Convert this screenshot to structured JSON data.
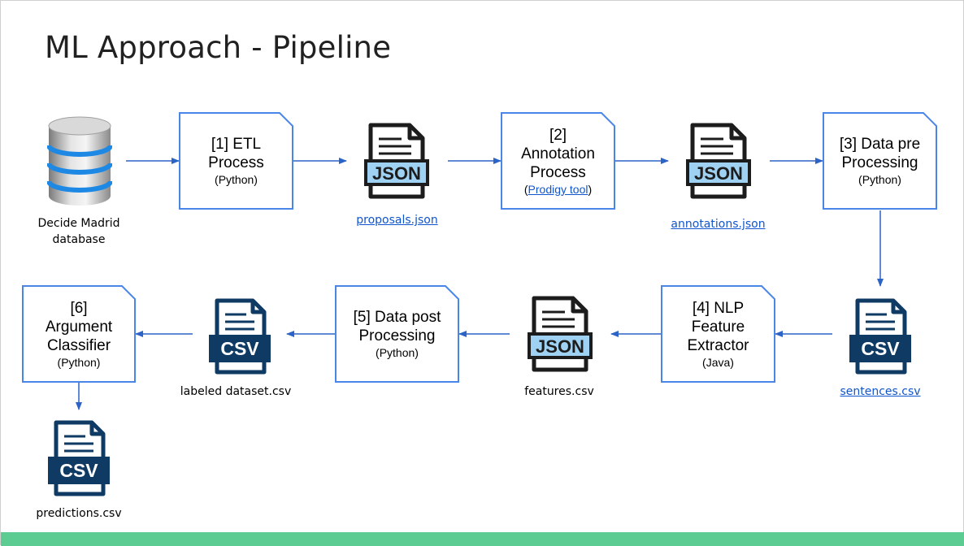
{
  "title": "ML Approach - Pipeline",
  "colors": {
    "arrow": "#2b63c6",
    "box_border": "#4a86e8",
    "bottom_bar": "#5ccc93",
    "link": "#1155cc"
  },
  "nodes": {
    "database": {
      "icon": "database-icon",
      "caption_line1": "Decide Madrid",
      "caption_line2": "database"
    },
    "etl": {
      "line1": "[1] ETL",
      "line2": "Process",
      "sub": "(Python)"
    },
    "proposals": {
      "icon": "json-file-icon",
      "badge": "JSON",
      "caption": "proposals.json"
    },
    "annotation": {
      "line1": "[2]",
      "line2": "Annotation",
      "line3": "Process",
      "sub_open": "(",
      "sub_link": "Prodigy tool",
      "sub_close": ")"
    },
    "annotations": {
      "icon": "json-file-icon",
      "badge": "JSON",
      "caption": "annotations.json"
    },
    "preprocessing": {
      "line1": "[3] Data pre",
      "line2": "Processing",
      "sub": "(Python)"
    },
    "sentences": {
      "icon": "csv-file-icon",
      "badge": "CSV",
      "caption": "sentences.csv"
    },
    "nlp": {
      "line1": "[4] NLP",
      "line2": "Feature",
      "line3": "Extractor",
      "sub": "(Java)"
    },
    "features": {
      "icon": "json-file-icon",
      "badge": "JSON",
      "caption": "features.csv"
    },
    "postprocessing": {
      "line1": "[5] Data post",
      "line2": "Processing",
      "sub": "(Python)"
    },
    "labeled": {
      "icon": "csv-file-icon",
      "badge": "CSV",
      "caption": "labeled dataset.csv"
    },
    "classifier": {
      "line1": "[6]",
      "line2": "Argument",
      "line3": "Classifier",
      "sub": "(Python)"
    },
    "predictions": {
      "icon": "csv-file-icon",
      "badge": "CSV",
      "caption": "predictions.csv"
    }
  }
}
